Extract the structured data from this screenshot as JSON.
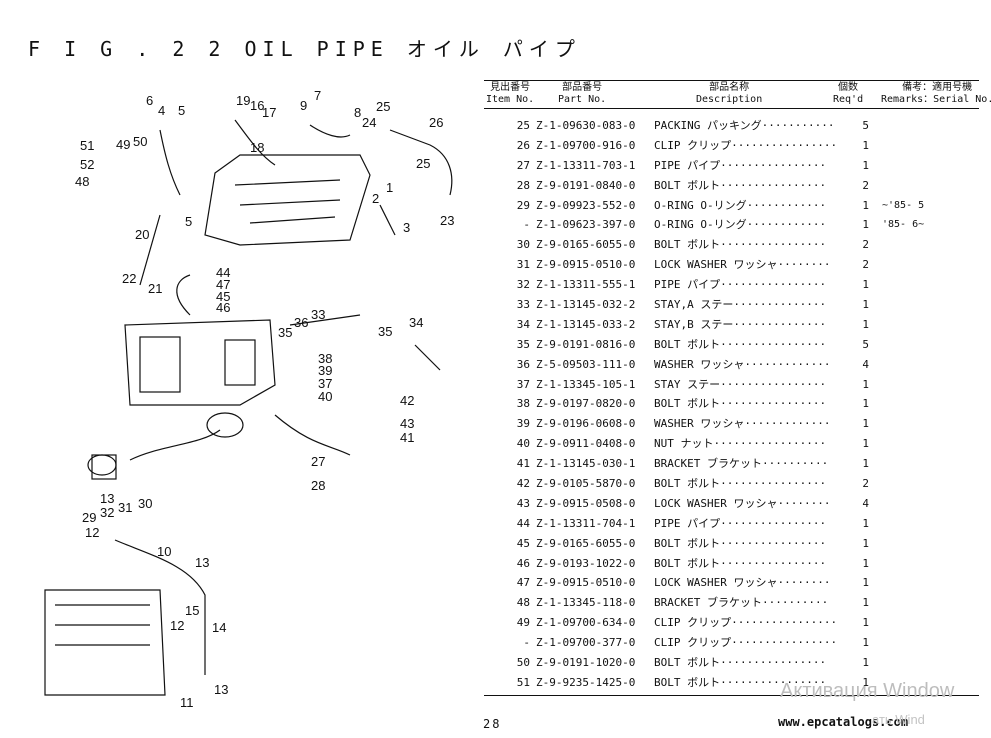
{
  "title": "F I G . 2 2   OIL PIPE  オイル パイプ",
  "header": {
    "item_jp": "見出番号",
    "item_en": "Item No.",
    "part_jp": "部品番号",
    "part_en": "Part No.",
    "desc_jp": "部品名称",
    "desc_en": "Description",
    "qty_jp": "個数",
    "qty_en": "Req'd",
    "remarks_jp": "備考：適用号機",
    "remarks_en": "Remarks：Serial No."
  },
  "rows": [
    {
      "item": "25",
      "part": "Z-1-09630-083-0",
      "desc": "PACKING パッキング···········",
      "qty": "5",
      "remarks": ""
    },
    {
      "item": "26",
      "part": "Z-1-09700-916-0",
      "desc": "CLIP クリップ················",
      "qty": "1",
      "remarks": ""
    },
    {
      "item": "27",
      "part": "Z-1-13311-703-1",
      "desc": "PIPE パイプ················",
      "qty": "1",
      "remarks": ""
    },
    {
      "item": "28",
      "part": "Z-9-0191-0840-0",
      "desc": "BOLT ボルト················",
      "qty": "2",
      "remarks": ""
    },
    {
      "item": "29",
      "part": "Z-9-09923-552-0",
      "desc": "O-RING O-リング············",
      "qty": "1",
      "remarks": "~'85- 5"
    },
    {
      "item": "-",
      "part": "Z-1-09623-397-0",
      "desc": "O-RING O-リング············",
      "qty": "1",
      "remarks": "'85- 6~"
    },
    {
      "item": "30",
      "part": "Z-9-0165-6055-0",
      "desc": "BOLT ボルト················",
      "qty": "2",
      "remarks": ""
    },
    {
      "item": "31",
      "part": "Z-9-0915-0510-0",
      "desc": "LOCK WASHER ワッシャ········",
      "qty": "2",
      "remarks": ""
    },
    {
      "item": "32",
      "part": "Z-1-13311-555-1",
      "desc": "PIPE パイプ················",
      "qty": "1",
      "remarks": ""
    },
    {
      "item": "33",
      "part": "Z-1-13145-032-2",
      "desc": "STAY,A ステー··············",
      "qty": "1",
      "remarks": ""
    },
    {
      "item": "34",
      "part": "Z-1-13145-033-2",
      "desc": "STAY,B ステー··············",
      "qty": "1",
      "remarks": ""
    },
    {
      "item": "35",
      "part": "Z-9-0191-0816-0",
      "desc": "BOLT ボルト················",
      "qty": "5",
      "remarks": ""
    },
    {
      "item": "36",
      "part": "Z-5-09503-111-0",
      "desc": "WASHER ワッシャ·············",
      "qty": "4",
      "remarks": ""
    },
    {
      "item": "37",
      "part": "Z-1-13345-105-1",
      "desc": "STAY ステー················",
      "qty": "1",
      "remarks": ""
    },
    {
      "item": "38",
      "part": "Z-9-0197-0820-0",
      "desc": "BOLT ボルト················",
      "qty": "1",
      "remarks": ""
    },
    {
      "item": "39",
      "part": "Z-9-0196-0608-0",
      "desc": "WASHER ワッシャ·············",
      "qty": "1",
      "remarks": ""
    },
    {
      "item": "40",
      "part": "Z-9-0911-0408-0",
      "desc": "NUT ナット·················",
      "qty": "1",
      "remarks": ""
    },
    {
      "item": "41",
      "part": "Z-1-13145-030-1",
      "desc": "BRACKET ブラケット··········",
      "qty": "1",
      "remarks": ""
    },
    {
      "item": "42",
      "part": "Z-9-0105-5870-0",
      "desc": "BOLT ボルト················",
      "qty": "2",
      "remarks": ""
    },
    {
      "item": "43",
      "part": "Z-9-0915-0508-0",
      "desc": "LOCK WASHER ワッシャ········",
      "qty": "4",
      "remarks": ""
    },
    {
      "item": "44",
      "part": "Z-1-13311-704-1",
      "desc": "PIPE パイプ················",
      "qty": "1",
      "remarks": ""
    },
    {
      "item": "45",
      "part": "Z-9-0165-6055-0",
      "desc": "BOLT ボルト················",
      "qty": "1",
      "remarks": ""
    },
    {
      "item": "46",
      "part": "Z-9-0193-1022-0",
      "desc": "BOLT ボルト················",
      "qty": "1",
      "remarks": ""
    },
    {
      "item": "47",
      "part": "Z-9-0915-0510-0",
      "desc": "LOCK WASHER ワッシャ········",
      "qty": "1",
      "remarks": ""
    },
    {
      "item": "48",
      "part": "Z-1-13345-118-0",
      "desc": "BRACKET ブラケット··········",
      "qty": "1",
      "remarks": ""
    },
    {
      "item": "49",
      "part": "Z-1-09700-634-0",
      "desc": "CLIP クリップ················",
      "qty": "1",
      "remarks": ""
    },
    {
      "item": "-",
      "part": "Z-1-09700-377-0",
      "desc": "CLIP クリップ················",
      "qty": "1",
      "remarks": ""
    },
    {
      "item": "50",
      "part": "Z-9-0191-1020-0",
      "desc": "BOLT ボルト················",
      "qty": "1",
      "remarks": ""
    },
    {
      "item": "51",
      "part": "Z-9-9235-1425-0",
      "desc": "BOLT ボルト················",
      "qty": "1",
      "remarks": ""
    }
  ],
  "callouts": [
    "6",
    "4",
    "5",
    "19",
    "16",
    "17",
    "18",
    "9",
    "7",
    "8",
    "25",
    "24",
    "26",
    "51",
    "52",
    "48",
    "49",
    "50",
    "5",
    "3",
    "1",
    "2",
    "25",
    "23",
    "20",
    "22",
    "21",
    "44",
    "47",
    "45",
    "46",
    "33",
    "36",
    "35",
    "35",
    "34",
    "38",
    "39",
    "37",
    "40",
    "42",
    "43",
    "41",
    "27",
    "28",
    "29",
    "32",
    "31",
    "30",
    "12",
    "13",
    "10",
    "13",
    "12",
    "15",
    "14",
    "11",
    "13"
  ],
  "footer": {
    "page_number": "28",
    "website": "www.epcatalogs.com",
    "activation_title": "Активация Window",
    "activation_sub": "ать Wind"
  }
}
